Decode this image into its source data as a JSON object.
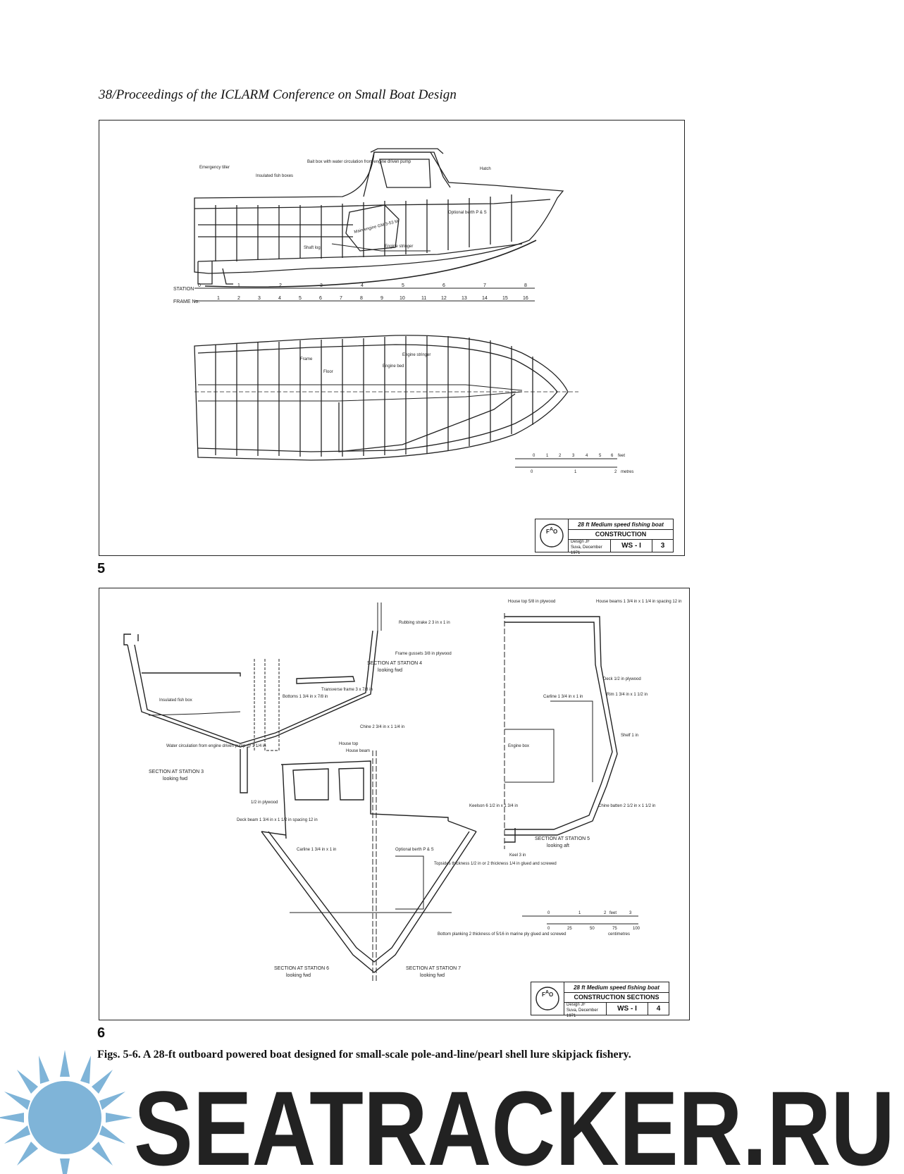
{
  "header": {
    "running_head": "38/Proceedings of the ICLARM Conference on Small Boat Design"
  },
  "figure5": {
    "number": "5",
    "labels": {
      "emergency_tiller": "Emergency tiller",
      "insulated_fish_boxes": "Insulated fish boxes",
      "bait_box": "Bait box with water circulation from engine driven pump",
      "hatch": "Hatch",
      "main_engine": "Main engine GM 3-53 M",
      "optional_berth": "Optional berth P & S",
      "shaft_log": "Shaft log",
      "engine_stringer": "Engine stringer",
      "frame": "Frame",
      "floor": "Floor",
      "engine_bed": "Engine bed",
      "engine_stringer_plan": "Engine stringer"
    },
    "station_label": "STATION",
    "frame_label": "FRAME No.",
    "stations": [
      "0",
      "1",
      "2",
      "3",
      "4",
      "5",
      "6",
      "7",
      "8"
    ],
    "frames": [
      "1",
      "2",
      "3",
      "4",
      "5",
      "6",
      "7",
      "8",
      "9",
      "10",
      "11",
      "12",
      "13",
      "14",
      "15",
      "16"
    ],
    "scale_feet": [
      "0",
      "1",
      "2",
      "3",
      "4",
      "5",
      "6"
    ],
    "scale_feet_unit": "feet",
    "scale_metres": [
      "0",
      "1",
      "2"
    ],
    "scale_metres_unit": "metres",
    "title_block": {
      "title": "28 ft Medium speed fishing boat",
      "subtitle": "CONSTRUCTION",
      "design": "Design",
      "designer": "JF",
      "place_date": "Suva, December 1971",
      "code": "WS - I",
      "sheet": "3",
      "logo": "FAO FIAT PANIS"
    }
  },
  "figure6": {
    "number": "6",
    "labels": {
      "insulated_fish_box": "Insulated fish box",
      "water_circulation": "Water circulation from engine driven pump @ 1 1/4 in",
      "section_3": "SECTION AT STATION 3",
      "section_3_dir": "looking fwd",
      "section_4": "SECTION AT STATION 4",
      "section_4_dir": "looking fwd",
      "bottoms": "Bottoms 1 3/4 in x 7/8 in",
      "transverse_frame": "Transverse frame 3 x 7/8 in",
      "chine": "Chine 2 3/4 in x 1 1/4 in",
      "rubbing_strake": "Rubbing strake 2 3 in x 1 in",
      "frame_gussets": "Frame gussets 3/8 in plywood",
      "house_top_label": "House top",
      "house_beam": "House beam",
      "plywood_half": "1/2 in plywood",
      "deck_beam": "Deck beam 1 3/4 in x 1 1/2 in spacing 12 in",
      "carline_a": "Carline 1 3/4 in x 1 in",
      "optional_berth": "Optional berth P & S",
      "topsides": "Topsides thickness 1/2 in or 2 thickness 1/4 in glued and screwed",
      "bottom_planking": "Bottom planking 2 thickness of 5/16 in marine ply glued and screwed",
      "section_6": "SECTION AT STATION 6",
      "section_6_dir": "looking fwd",
      "section_7": "SECTION AT STATION 7",
      "section_7_dir": "looking fwd",
      "house_top_right": "House top 5/8 in plywood",
      "house_beams": "House beams 1 3/4 in x 1 1/4 in spacing 12 in",
      "deck": "Deck 1/2 in plywood",
      "rim": "Rim 1 3/4 in x 1 1/2 in",
      "carline_b": "Carline 1 3/4 in x 1 in",
      "shelf": "Shelf 1 in",
      "engine_box": "Engine box",
      "keelson": "Keelson 6 1/2 in x 1 3/4 in",
      "chine_batten": "Chine batten 2 1/2 in x 1 1/2 in",
      "section_5": "SECTION AT STATION 5",
      "section_5_dir": "looking aft",
      "keel": "Keel 3 in"
    },
    "scale_feet": [
      "0",
      "1",
      "2",
      "3"
    ],
    "scale_feet_unit": "feet",
    "scale_cm": [
      "0",
      "25",
      "50",
      "75",
      "100"
    ],
    "scale_cm_unit": "centimetres",
    "title_block": {
      "title": "28 ft Medium speed fishing boat",
      "subtitle": "CONSTRUCTION SECTIONS",
      "design": "Design",
      "designer": "JF",
      "place_date": "Suva, December 1971",
      "code": "WS - I",
      "sheet": "4",
      "logo": "FAO FIAT PANIS"
    }
  },
  "caption": "Figs. 5-6. A 28-ft outboard powered boat designed for small-scale pole-and-line/pearl shell lure skipjack fishery.",
  "watermark": {
    "text": "SEATRACKER.RU",
    "color": "#7fb4d8"
  }
}
